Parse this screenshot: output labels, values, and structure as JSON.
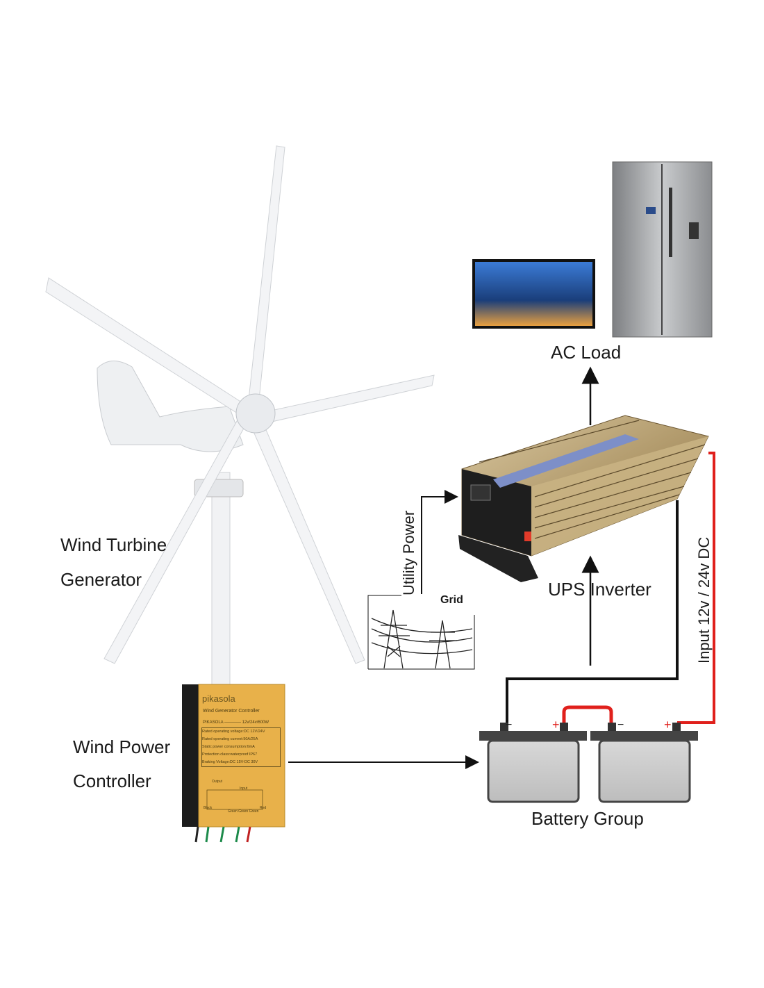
{
  "labels": {
    "wind_turbine_line1": "Wind Turbine",
    "wind_turbine_line2": "Generator",
    "wind_controller_line1": "Wind Power",
    "wind_controller_line2": "Controller",
    "ac_load": "AC Load",
    "utility_power": "Utility Power",
    "grid": "Grid",
    "ups_inverter": "UPS Inverter",
    "input_dc": "Input 12v / 24v DC",
    "battery_group": "Battery Group"
  },
  "controller": {
    "brand": "pikasola",
    "title": "Wind Generator Controller",
    "model": "PIKASOLA ———— 12v/24v/600W",
    "specs": [
      "Rated operating voltage:DC 12V/24V",
      "Rated operating current:50A/25A",
      "Static power consumption:6mA",
      "Protection class:waterproof IP67",
      "Braking Voltage:DC 15V-DC 30V"
    ],
    "output": "Output",
    "input": "Input",
    "black": "Black",
    "green": "Green  Green  Green",
    "red": "Red"
  },
  "battery_terminals": {
    "plus": "+",
    "minus": "−"
  },
  "colors": {
    "wire_red": "#e0201c",
    "wire_black": "#111111",
    "controller": "#e8b14a"
  }
}
